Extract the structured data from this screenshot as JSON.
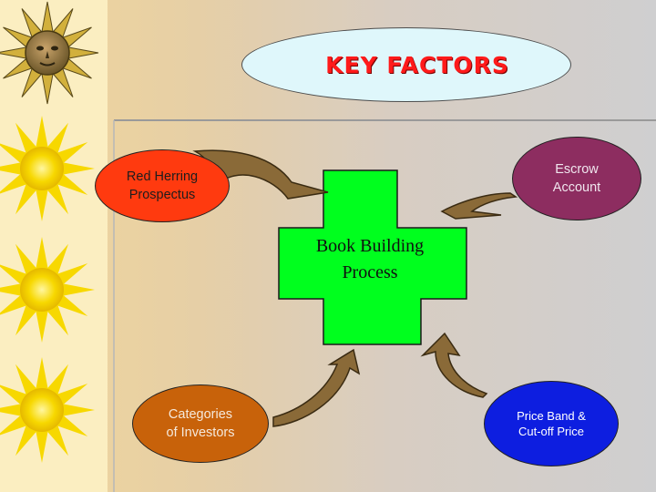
{
  "title": "KEY FACTORS",
  "center": {
    "line1": "Book Building",
    "line2": "Process"
  },
  "nodes": {
    "red_herring": {
      "line1": "Red Herring",
      "line2": "Prospectus"
    },
    "escrow": {
      "line1": "Escrow",
      "line2": "Account"
    },
    "categories": {
      "line1": "Categories",
      "line2": "of Investors"
    },
    "price_band": {
      "line1": "Price Band &",
      "line2": "Cut-off Price"
    }
  },
  "colors": {
    "title_text": "#ff1a1a",
    "title_oval": "#dff7fb",
    "center_box": "#00ff1e",
    "red_herring": "#ff3a0f",
    "escrow": "#8d2d60",
    "categories": "#c8620a",
    "price_band": "#0d1ee0",
    "arrows": "#8a6a38"
  },
  "icons": [
    "sun-face-icon",
    "sun-icon",
    "sun-icon",
    "sun-icon"
  ]
}
